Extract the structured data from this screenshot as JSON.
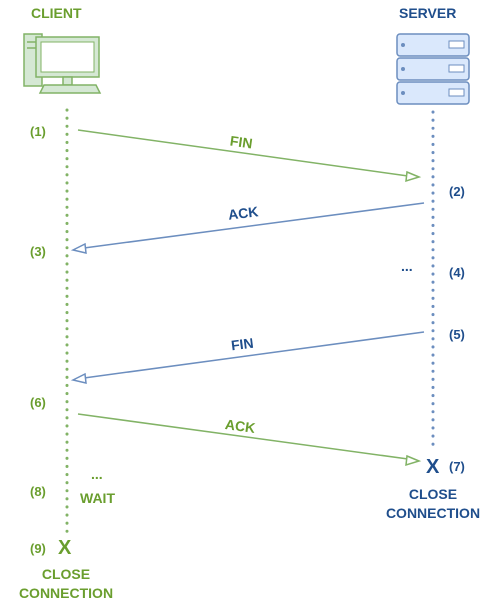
{
  "client": {
    "title": "CLIENT",
    "steps": [
      "(1)",
      "(3)",
      "(6)",
      "(8)",
      "(9)"
    ],
    "wait_ellipsis": "...",
    "wait_label": "WAIT",
    "close_mark": "X",
    "close_label_1": "CLOSE",
    "close_label_2": "CONNECTION"
  },
  "server": {
    "title": "SERVER",
    "steps": [
      "(2)",
      "(4)",
      "(5)",
      "(7)"
    ],
    "ellipsis": "...",
    "close_mark": "X",
    "close_label_1": "CLOSE",
    "close_label_2": "CONNECTION"
  },
  "messages": [
    {
      "label": "FIN",
      "from": "client",
      "to": "server"
    },
    {
      "label": "ACK",
      "from": "server",
      "to": "client"
    },
    {
      "label": "FIN",
      "from": "server",
      "to": "client"
    },
    {
      "label": "ACK",
      "from": "client",
      "to": "server"
    }
  ],
  "colors": {
    "client": "#82b366",
    "client_text": "#6a9e2e",
    "server": "#6c8ebf",
    "server_text": "#1f4e8c",
    "server_fill": "#dae8fc",
    "client_fill": "#d5e8d4"
  },
  "icons": {
    "client": "desktop-computer-icon",
    "server": "server-rack-icon"
  }
}
